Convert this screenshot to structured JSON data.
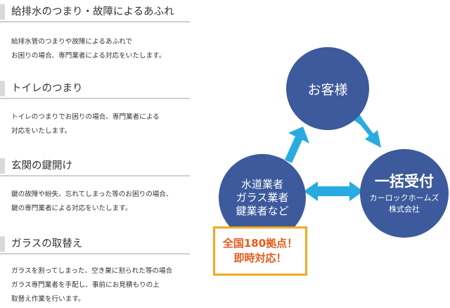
{
  "sections": [
    {
      "title": "給排水のつまり・故障によるあふれ",
      "lines": [
        "給排水管のつまりや故障によるあふれで",
        "お困りの場合、専門業者による対応をいたします。"
      ]
    },
    {
      "title": "トイレのつまり",
      "lines": [
        "トイレのつまりでお困りの場合、専門業者による",
        "対応をいたします。"
      ]
    },
    {
      "title": "玄関の鍵開け",
      "lines": [
        "鍵の故障や紛失、忘れてしまった等のお困りの場合、",
        "鍵の専門業者による対応をいたします。"
      ]
    },
    {
      "title": "ガラスの取替え",
      "lines": [
        "ガラスを割ってしまった、空き巣に割られた等の場合",
        "ガラス専門業者を手配し、事前にお見積もりの上",
        "取替え作業を行います。"
      ]
    }
  ],
  "diagram": {
    "customer": "お客様",
    "vendors": [
      "水道業者",
      "ガラス業者",
      "鍵業者など"
    ],
    "reception_title": "一括受付",
    "reception_company": [
      "カーロックホームズ",
      "株式会社"
    ],
    "badge": [
      "全国180拠点！",
      "即時対応！"
    ],
    "colors": {
      "circle": "#3c5a9c",
      "arrow": "#29abe2",
      "badge_border": "#f4a81d",
      "badge_text": "#e8591c"
    }
  }
}
